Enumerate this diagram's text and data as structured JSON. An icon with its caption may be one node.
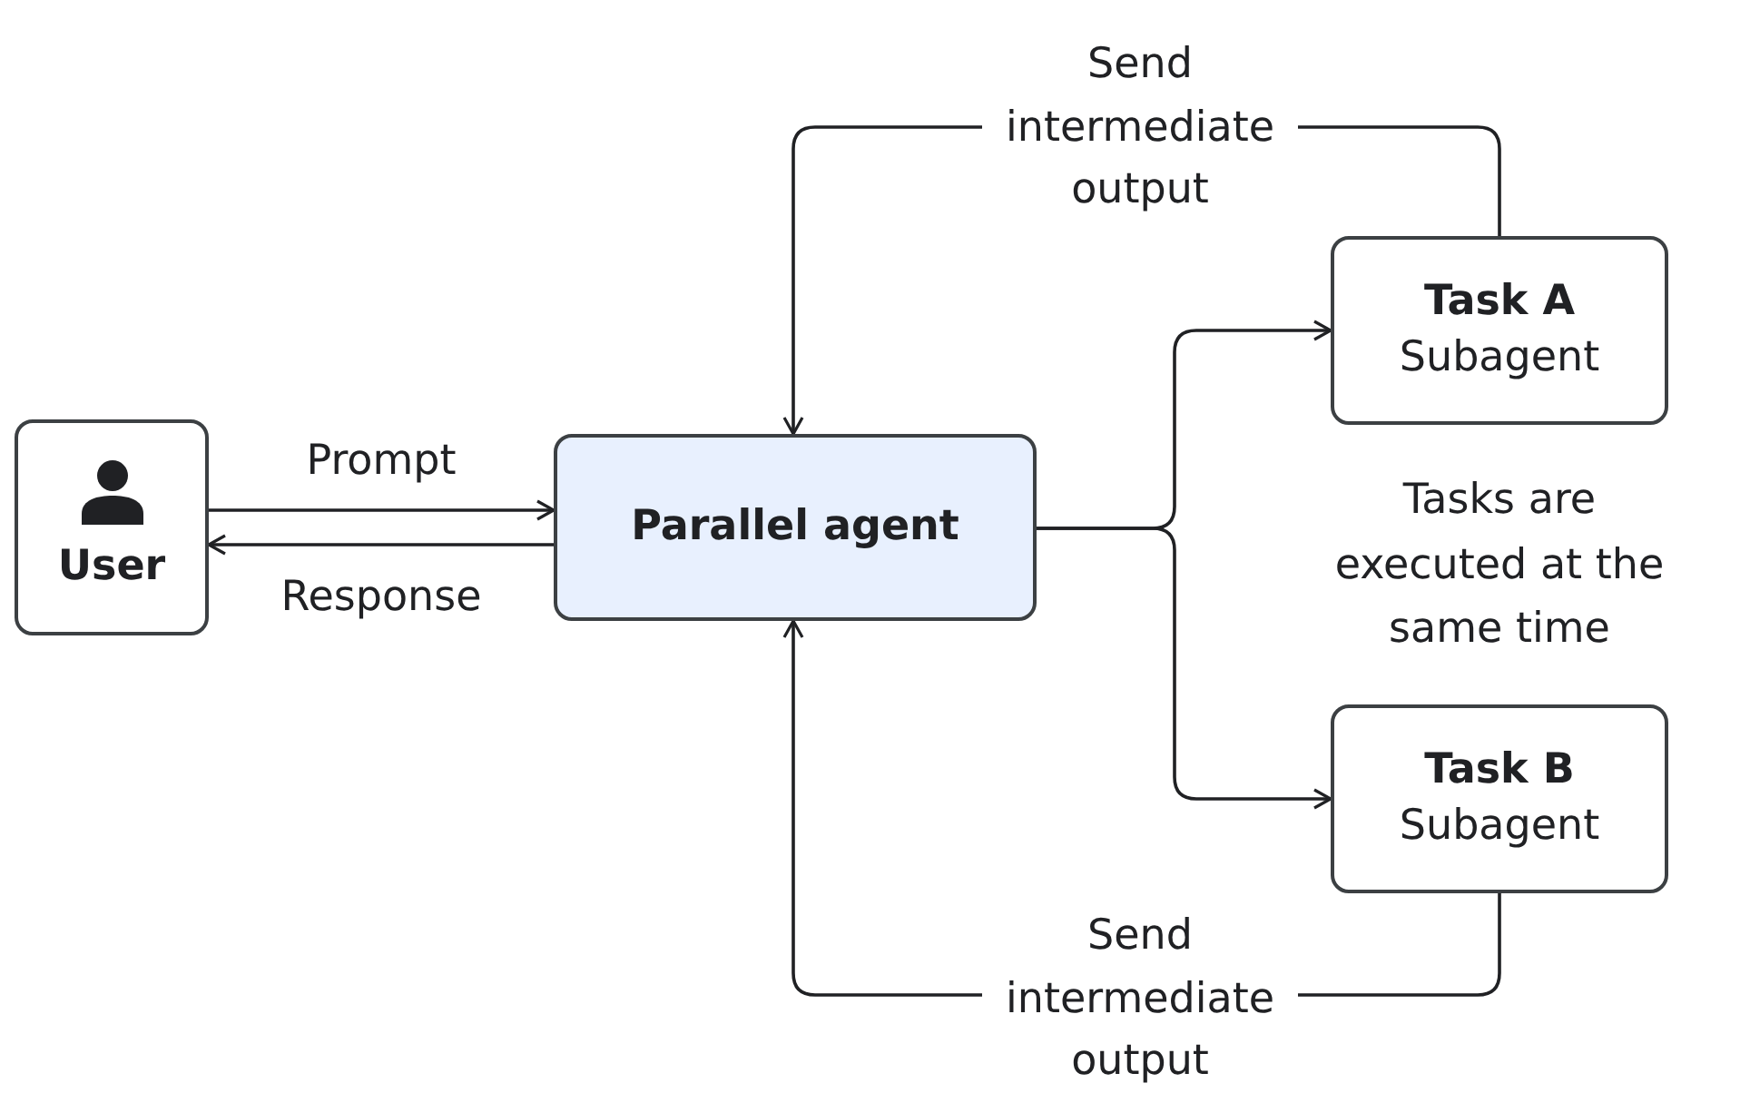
{
  "diagram": {
    "nodes": [
      {
        "text": [
          "User"
        ]
      },
      {
        "text": [
          "Parallel agent"
        ]
      },
      {
        "text": [
          "Task A",
          "Subagent"
        ]
      },
      {
        "text": [
          "Task B",
          "Subagent"
        ]
      }
    ],
    "edges": [
      {
        "from": 0,
        "to": 1,
        "arrow": "to",
        "label": "Prompt"
      },
      {
        "from": 1,
        "to": 0,
        "arrow": "to",
        "label": "Response"
      },
      {
        "from": 1,
        "to": 2,
        "arrow": "to"
      },
      {
        "from": 1,
        "to": 3,
        "arrow": "to"
      },
      {
        "from": 2,
        "to": 1,
        "arrow": "to",
        "label": "Send intermediate output"
      },
      {
        "from": 3,
        "to": 1,
        "arrow": "to",
        "label": "Send intermediate output"
      }
    ],
    "labels": [
      "Tasks are executed at the same time"
    ]
  }
}
